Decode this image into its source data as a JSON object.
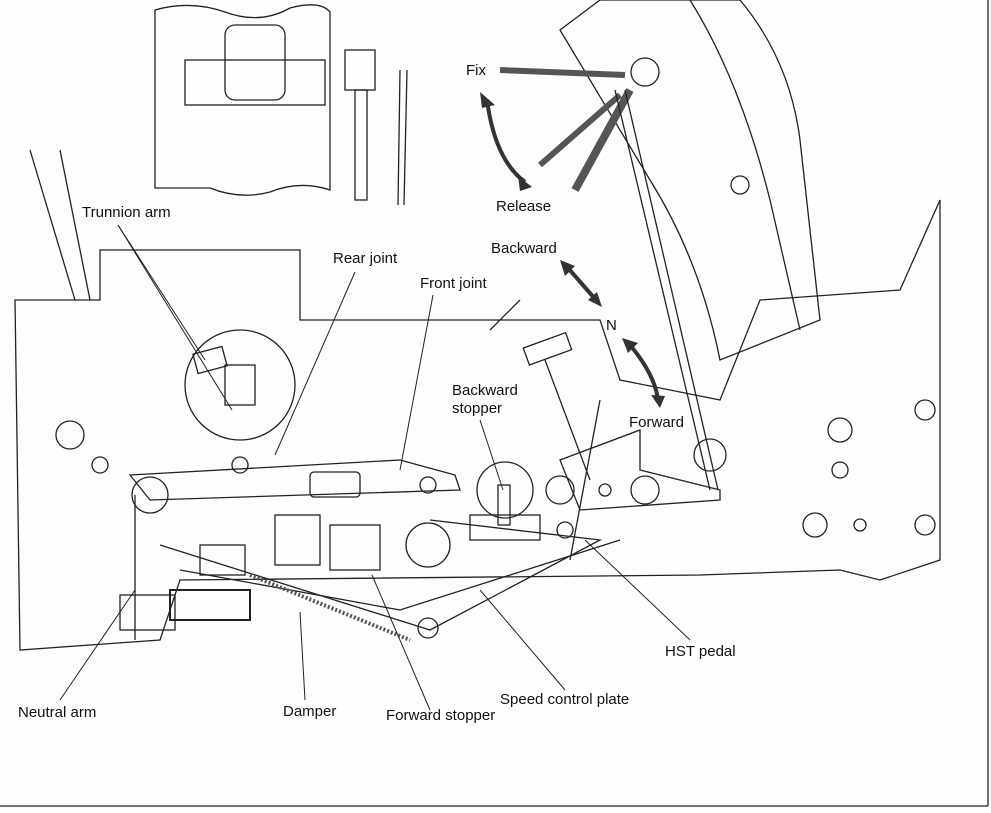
{
  "labels": {
    "fix": "Fix",
    "release": "Release",
    "trunnion_arm": "Trunnion arm",
    "rear_joint": "Rear joint",
    "backward": "Backward",
    "front_joint": "Front joint",
    "neutral": "N",
    "backward_stopper_1": "Backward",
    "backward_stopper_2": "stopper",
    "forward": "Forward",
    "hst_pedal": "HST pedal",
    "speed_control_plate": "Speed control plate",
    "neutral_arm": "Neutral arm",
    "damper": "Damper",
    "forward_stopper": "Forward stopper"
  },
  "colors": {
    "line": "#222222",
    "arrow": "#333333"
  }
}
